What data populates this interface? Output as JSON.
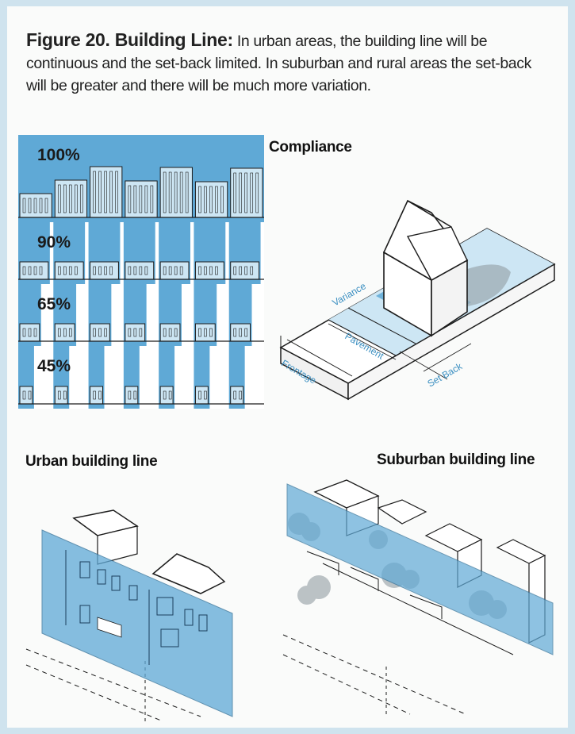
{
  "caption": {
    "lead": "Figure 20.  Building Line:",
    "body": " In urban areas, the building line will be continuous and the set-back limited. In suburban and rural areas the set-back will be greater and there will be much more variation."
  },
  "percent_strip": {
    "rows": [
      {
        "label": "100%",
        "coverage": 1.0
      },
      {
        "label": "90%",
        "coverage": 0.9
      },
      {
        "label": "65%",
        "coverage": 0.65
      },
      {
        "label": "45%",
        "coverage": 0.45
      }
    ]
  },
  "compliance": {
    "heading": "Compliance",
    "labels": {
      "variance": "Variance",
      "pavement": "Pavement",
      "frontage": "Frontage",
      "set_back": "Set Back"
    }
  },
  "urban": {
    "heading": "Urban building line"
  },
  "suburban": {
    "heading": "Suburban building line"
  },
  "colors": {
    "blue": "#5fa9d6",
    "light_blue": "#cde6f4",
    "ink": "#1c1c1c",
    "border": "#cfe3ee"
  }
}
